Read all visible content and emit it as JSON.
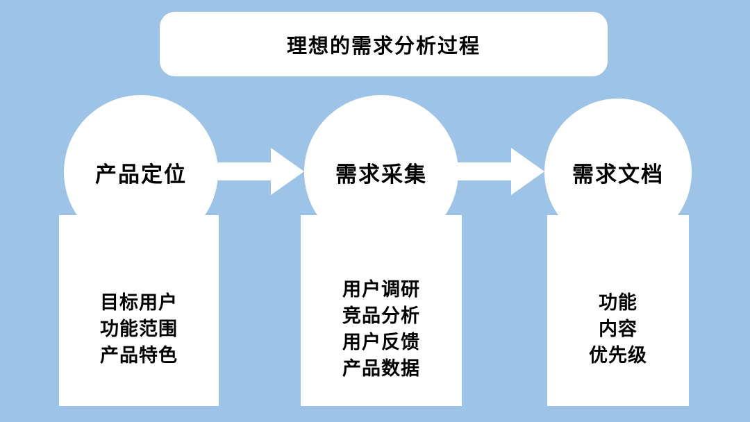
{
  "title": "理想的需求分析过程",
  "colors": {
    "background": "#9DC3E6",
    "shape_fill": "#FFFFFF",
    "text": "#000000"
  },
  "steps": [
    {
      "label": "产品定位",
      "items": [
        "目标用户",
        "功能范围",
        "产品特色"
      ]
    },
    {
      "label": "需求采集",
      "items": [
        "用户调研",
        "竞品分析",
        "用户反馈",
        "产品数据"
      ]
    },
    {
      "label": "需求文档",
      "items": [
        "功能",
        "内容",
        "优先级"
      ]
    }
  ]
}
